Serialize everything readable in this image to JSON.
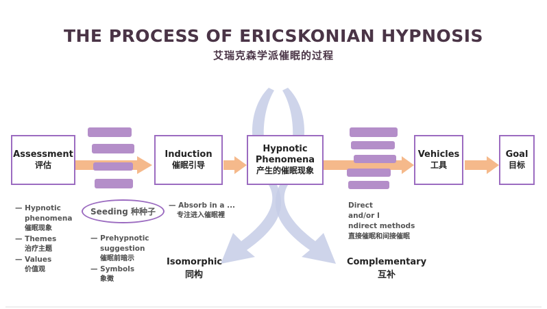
{
  "title": {
    "main": "THE PROCESS OF ERICSKONIAN HYPNOSIS",
    "sub": "艾瑞克森学派催眠的过程"
  },
  "boxes": [
    {
      "en": "Assessment",
      "zh": "评估"
    },
    {
      "en": "Induction",
      "zh": "催眠引导"
    },
    {
      "en": "Hypnotic Phenomena",
      "en1": "Hypnotic",
      "en2": "Phenomena",
      "zh": "产生的催眠现象"
    },
    {
      "en": "Vehicles",
      "zh": "工具"
    },
    {
      "en": "Goal",
      "zh": "目标"
    }
  ],
  "notes": {
    "assessment": [
      {
        "en": "— Hypnotic",
        "zh": ""
      },
      {
        "en": "phenomena",
        "zh": ""
      },
      {
        "en": "",
        "zh": "催眠现象"
      },
      {
        "en": "— Themes",
        "zh": ""
      },
      {
        "en": "",
        "zh": "治疗主题"
      },
      {
        "en": "— Values",
        "zh": ""
      },
      {
        "en": "",
        "zh": "价值观"
      }
    ],
    "seeding": {
      "label": "Seeding 种种子",
      "items": [
        "— Prehypnotic",
        "suggestion",
        "催眠前暗示",
        "— Symbols",
        "象徵"
      ]
    },
    "induction": [
      "— Absorb in a ...",
      "专注进入催眠裡"
    ],
    "phenomena": [
      "Direct",
      "and/or I",
      "ndirect methods",
      "直接催眠和间接催眠"
    ]
  },
  "bottom_labels": {
    "isomorphic_en": "Isomorphic",
    "isomorphic_zh": "同构",
    "complementary_en": "Complementary",
    "complementary_zh": "互补"
  },
  "colors": {
    "title": "#4a3446",
    "box_border": "#9b6bc0",
    "arrow": "#f5b98b",
    "stripe": "#b48ec9",
    "curve": "#c5cde6"
  }
}
